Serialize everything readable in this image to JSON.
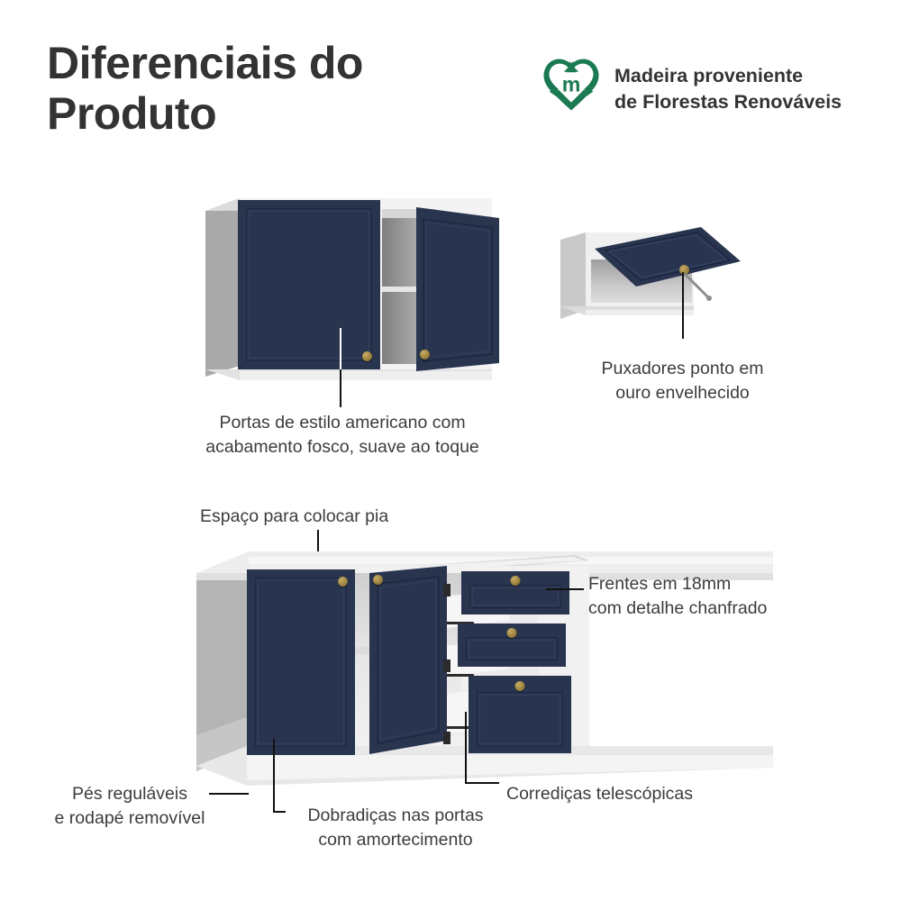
{
  "page": {
    "title": "Diferenciais do\nProduto",
    "background_color": "#ffffff",
    "text_color": "#3c3c3c"
  },
  "eco_badge": {
    "icon": "recycle-heart-icon",
    "monogram": "m",
    "text": "Madeira proveniente\nde Florestas Renováveis",
    "color": "#1b7a52"
  },
  "colors": {
    "door_navy": "#29344f",
    "door_navy_dark": "#1d2740",
    "carcass_white": "#f3f3f3",
    "carcass_gray": "#a9a9a9",
    "knob_gold": "#9d8541",
    "leader_line": "#111111",
    "title_gray": "#333333"
  },
  "illustrations": [
    {
      "name": "wall-cabinet-two-doors",
      "description": "Armário aéreo com duas portas, porta direita aberta"
    },
    {
      "name": "wall-cabinet-flip-up",
      "description": "Armário aéreo basculante com porta levantada"
    },
    {
      "name": "base-cabinet-with-drawers",
      "description": "Balcão com duas portas e três gavetas abertas"
    }
  ],
  "callouts": [
    {
      "id": "portas-americano",
      "text": "Portas de estilo americano com\nacabamento fosco, suave ao toque",
      "align": "center"
    },
    {
      "id": "puxadores-ouro",
      "text": "Puxadores ponto em\nouro envelhecido",
      "align": "center"
    },
    {
      "id": "espaco-pia",
      "text": "Espaço para colocar pia",
      "align": "left"
    },
    {
      "id": "frentes-18mm",
      "text": "Frentes em 18mm\ncom detalhe chanfrado",
      "align": "left"
    },
    {
      "id": "corredicas-telescopicas",
      "text": "Corrediças telescópicas",
      "align": "left"
    },
    {
      "id": "pes-reguláveis",
      "text": "Pés reguláveis\ne rodapé removível",
      "align": "center"
    },
    {
      "id": "dobradicas-amortecimento",
      "text": "Dobradiças nas portas\ncom amortecimento",
      "align": "center"
    }
  ]
}
